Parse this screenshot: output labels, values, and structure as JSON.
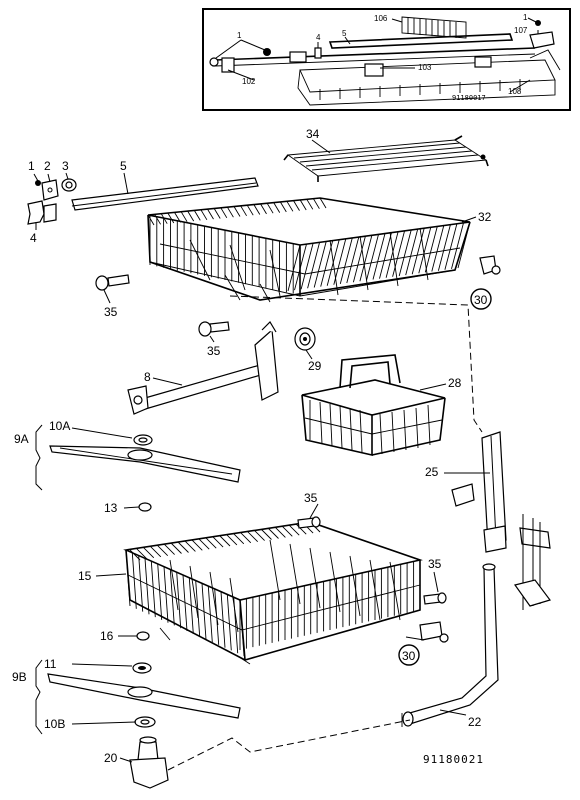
{
  "inset": {
    "labels": {
      "p1": "1",
      "p4": "4",
      "p5": "5",
      "p102": "102",
      "p103": "103",
      "p106": "106",
      "p107": "107",
      "p108": "108",
      "p1b": "1"
    },
    "code": "91180017"
  },
  "labels": {
    "p1": "1",
    "p2": "2",
    "p3": "3",
    "p4": "4",
    "p5": "5",
    "p34": "34",
    "p32": "32",
    "p30a": "30",
    "p35a": "35",
    "p35b": "35",
    "p29": "29",
    "p8": "8",
    "p28": "28",
    "p10a": "10A",
    "p9a": "9A",
    "p13": "13",
    "p25": "25",
    "p35c": "35",
    "p15": "15",
    "p35d": "35",
    "p16": "16",
    "p30b": "30",
    "p11": "11",
    "p9b": "9B",
    "p10b": "10B",
    "p20": "20",
    "p22": "22"
  },
  "code": "91180021"
}
